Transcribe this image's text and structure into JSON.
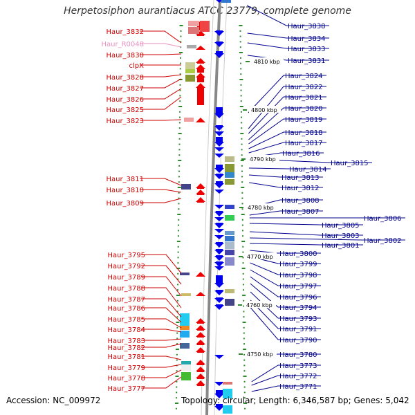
{
  "title": "Herpetosiphon aurantiacus ATCC 23779, complete genome",
  "accession_text": "Accession: NC_009972",
  "topology_text": "Topology: circular; Length: 6,346,587 bp; Genes: 5,042",
  "colors": {
    "left_label": "#cc0000",
    "right_label": "#00008b",
    "pink_label": "#e88fbf",
    "tick": "#2a8a2a",
    "backbone": "#888888",
    "forward": "#ee0000",
    "reverse": "#0000ee"
  },
  "kbp_marks": [
    "4810 kbp",
    "4800 kbp",
    "4790 kbp",
    "4780 kbp",
    "4770 kbp",
    "4760 kbp",
    "4750 kbp"
  ],
  "left_labels": [
    "Haur_3832",
    "Haur_R0048",
    "Haur_3830",
    "clpX",
    "Haur_3828",
    "Haur_3827",
    "Haur_3826",
    "Haur_3825",
    "Haur_3823",
    "Haur_3811",
    "Haur_3810",
    "Haur_3809",
    "Haur_3795",
    "Haur_3792",
    "Haur_3789",
    "Haur_3788",
    "Haur_3787",
    "Haur_3786",
    "Haur_3785",
    "Haur_3784",
    "Haur_3783",
    "Haur_3782",
    "Haur_3781",
    "Haur_3779",
    "Haur_3778",
    "Haur_3777"
  ],
  "right_labels": [
    "Haur_3838",
    "Haur_3834",
    "Haur_3833",
    "Haur_3831",
    "Haur_3824",
    "Haur_3822",
    "Haur_3821",
    "Haur_3820",
    "Haur_3819",
    "Haur_3818",
    "Haur_3817",
    "Haur_3816",
    "Haur_3815",
    "Haur_3814",
    "Haur_3813",
    "Haur_3812",
    "Haur_3808",
    "Haur_3807",
    "Haur_3806",
    "Haur_3805",
    "Haur_3803",
    "Haur_3802",
    "Haur_3801",
    "Haur_3800",
    "Haur_3799",
    "Haur_3798",
    "Haur_3797",
    "Haur_3796",
    "Haur_3794",
    "Haur_3793",
    "Haur_3791",
    "Haur_3790",
    "Haur_3780",
    "Haur_3773",
    "Haur_3772",
    "Haur_3771"
  ]
}
